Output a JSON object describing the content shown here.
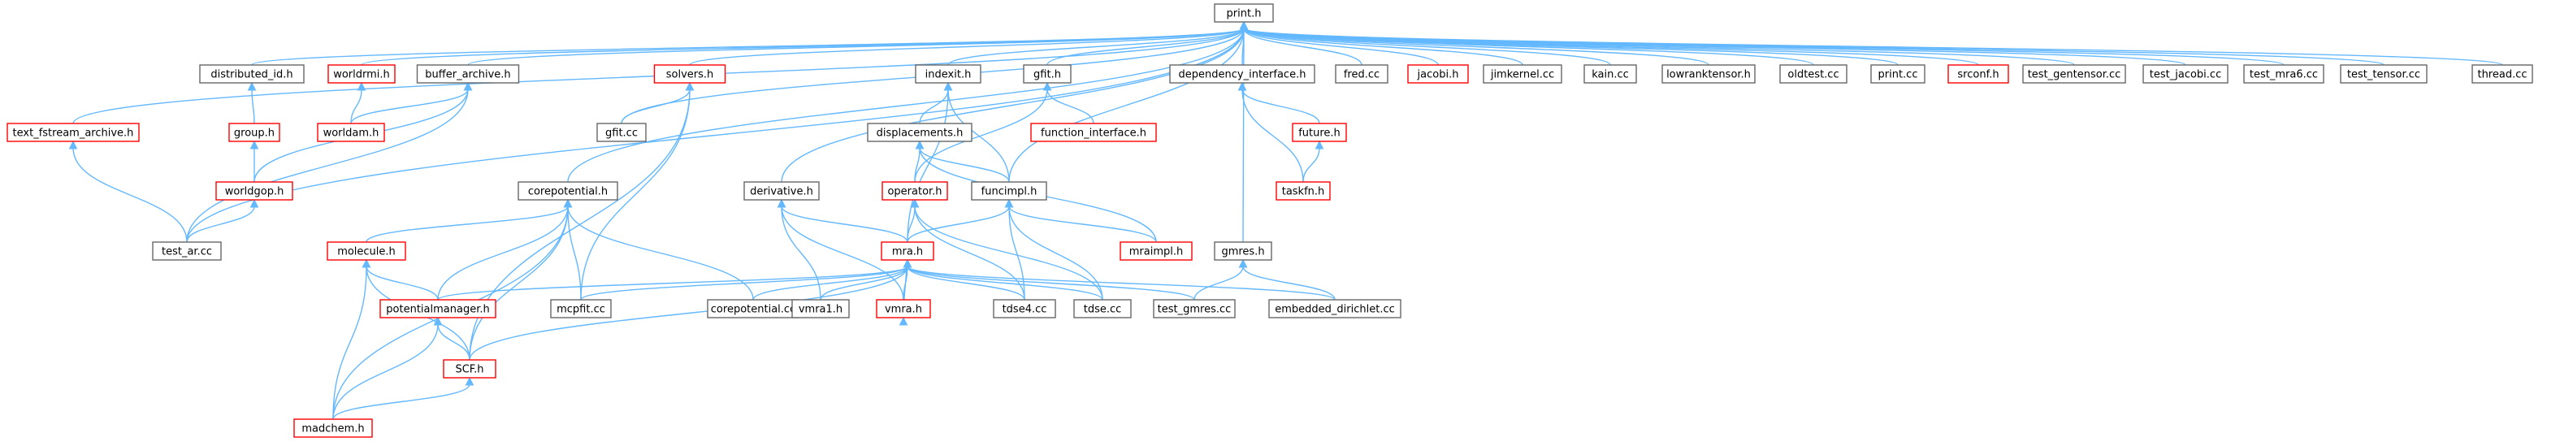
{
  "colors": {
    "edge": "#63b8ff",
    "border_normal": "#666666",
    "border_truncated": "#ff0000",
    "root_fill": "#999999",
    "node_fill": "#ffffff"
  },
  "nodes": [
    {
      "id": "print_h",
      "label": "print.h",
      "kind": "root"
    },
    {
      "id": "text_fstream_archive_h",
      "label": "text_fstream_archive.h",
      "kind": "truncated"
    },
    {
      "id": "distributed_id_h",
      "label": "distributed_id.h",
      "kind": "normal"
    },
    {
      "id": "worldrmi_h",
      "label": "worldrmi.h",
      "kind": "truncated"
    },
    {
      "id": "buffer_archive_h",
      "label": "buffer_archive.h",
      "kind": "normal"
    },
    {
      "id": "solvers_h",
      "label": "solvers.h",
      "kind": "truncated"
    },
    {
      "id": "indexit_h",
      "label": "indexit.h",
      "kind": "normal"
    },
    {
      "id": "gfit_h",
      "label": "gfit.h",
      "kind": "normal"
    },
    {
      "id": "dependency_interface_h",
      "label": "dependency_interface.h",
      "kind": "normal"
    },
    {
      "id": "fred_cc",
      "label": "fred.cc",
      "kind": "normal"
    },
    {
      "id": "jacobi_h",
      "label": "jacobi.h",
      "kind": "truncated"
    },
    {
      "id": "jimkernel_cc",
      "label": "jimkernel.cc",
      "kind": "normal"
    },
    {
      "id": "kain_cc",
      "label": "kain.cc",
      "kind": "normal"
    },
    {
      "id": "lowranktensor_h",
      "label": "lowranktensor.h",
      "kind": "normal"
    },
    {
      "id": "oldtest_cc",
      "label": "oldtest.cc",
      "kind": "normal"
    },
    {
      "id": "print_cc",
      "label": "print.cc",
      "kind": "normal"
    },
    {
      "id": "srconf_h",
      "label": "srconf.h",
      "kind": "truncated"
    },
    {
      "id": "test_gentensor_cc",
      "label": "test_gentensor.cc",
      "kind": "normal"
    },
    {
      "id": "test_jacobi_cc",
      "label": "test_jacobi.cc",
      "kind": "normal"
    },
    {
      "id": "test_mra6_cc",
      "label": "test_mra6.cc",
      "kind": "normal"
    },
    {
      "id": "test_tensor_cc",
      "label": "test_tensor.cc",
      "kind": "normal"
    },
    {
      "id": "thread_cc",
      "label": "thread.cc",
      "kind": "normal"
    },
    {
      "id": "group_h",
      "label": "group.h",
      "kind": "truncated"
    },
    {
      "id": "worldam_h",
      "label": "worldam.h",
      "kind": "truncated"
    },
    {
      "id": "gfit_cc",
      "label": "gfit.cc",
      "kind": "normal"
    },
    {
      "id": "displacements_h",
      "label": "displacements.h",
      "kind": "normal"
    },
    {
      "id": "function_interface_h",
      "label": "function_interface.h",
      "kind": "truncated"
    },
    {
      "id": "future_h",
      "label": "future.h",
      "kind": "truncated"
    },
    {
      "id": "taskfn_h",
      "label": "taskfn.h",
      "kind": "truncated"
    },
    {
      "id": "worldgop_h",
      "label": "worldgop.h",
      "kind": "truncated"
    },
    {
      "id": "corepotential_h",
      "label": "corepotential.h",
      "kind": "normal"
    },
    {
      "id": "derivative_h",
      "label": "derivative.h",
      "kind": "normal"
    },
    {
      "id": "operator_h",
      "label": "operator.h",
      "kind": "truncated"
    },
    {
      "id": "funcimpl_h",
      "label": "funcimpl.h",
      "kind": "normal"
    },
    {
      "id": "mraimpl_h",
      "label": "mraimpl.h",
      "kind": "truncated"
    },
    {
      "id": "gmres_h",
      "label": "gmres.h",
      "kind": "normal"
    },
    {
      "id": "test_ar_cc",
      "label": "test_ar.cc",
      "kind": "normal"
    },
    {
      "id": "molecule_h",
      "label": "molecule.h",
      "kind": "truncated"
    },
    {
      "id": "mra_h",
      "label": "mra.h",
      "kind": "truncated"
    },
    {
      "id": "potentialmanager_h",
      "label": "potentialmanager.h",
      "kind": "truncated"
    },
    {
      "id": "mcpfit_cc",
      "label": "mcpfit.cc",
      "kind": "normal"
    },
    {
      "id": "corepotential_cc",
      "label": "corepotential.cc",
      "kind": "normal"
    },
    {
      "id": "vmra1_h",
      "label": "vmra1.h",
      "kind": "normal"
    },
    {
      "id": "vmra_h",
      "label": "vmra.h",
      "kind": "truncated"
    },
    {
      "id": "tdse4_cc",
      "label": "tdse4.cc",
      "kind": "normal"
    },
    {
      "id": "tdse_cc",
      "label": "tdse.cc",
      "kind": "normal"
    },
    {
      "id": "test_gmres_cc",
      "label": "test_gmres.cc",
      "kind": "normal"
    },
    {
      "id": "embedded_dirichlet_cc",
      "label": "embedded_dirichlet.cc",
      "kind": "normal"
    },
    {
      "id": "scf_h",
      "label": "SCF.h",
      "kind": "truncated"
    },
    {
      "id": "madchem_h",
      "label": "madchem.h",
      "kind": "truncated"
    }
  ],
  "edges": [
    [
      "text_fstream_archive_h",
      "print_h"
    ],
    [
      "distributed_id_h",
      "print_h"
    ],
    [
      "worldrmi_h",
      "print_h"
    ],
    [
      "buffer_archive_h",
      "print_h"
    ],
    [
      "solvers_h",
      "print_h"
    ],
    [
      "indexit_h",
      "print_h"
    ],
    [
      "gfit_h",
      "print_h"
    ],
    [
      "dependency_interface_h",
      "print_h"
    ],
    [
      "fred_cc",
      "print_h"
    ],
    [
      "jacobi_h",
      "print_h"
    ],
    [
      "jimkernel_cc",
      "print_h"
    ],
    [
      "kain_cc",
      "print_h"
    ],
    [
      "lowranktensor_h",
      "print_h"
    ],
    [
      "oldtest_cc",
      "print_h"
    ],
    [
      "print_cc",
      "print_h"
    ],
    [
      "srconf_h",
      "print_h"
    ],
    [
      "test_gentensor_cc",
      "print_h"
    ],
    [
      "test_jacobi_cc",
      "print_h"
    ],
    [
      "test_mra6_cc",
      "print_h"
    ],
    [
      "test_tensor_cc",
      "print_h"
    ],
    [
      "thread_cc",
      "print_h"
    ],
    [
      "gfit_cc",
      "print_h"
    ],
    [
      "corepotential_h",
      "print_h"
    ],
    [
      "derivative_h",
      "print_h"
    ],
    [
      "funcimpl_h",
      "print_h"
    ],
    [
      "gmres_h",
      "print_h"
    ],
    [
      "test_ar_cc",
      "print_h"
    ],
    [
      "test_ar_cc",
      "text_fstream_archive_h"
    ],
    [
      "group_h",
      "distributed_id_h"
    ],
    [
      "worldam_h",
      "worldrmi_h"
    ],
    [
      "worldam_h",
      "buffer_archive_h"
    ],
    [
      "worldgop_h",
      "buffer_archive_h"
    ],
    [
      "test_ar_cc",
      "buffer_archive_h"
    ],
    [
      "worldgop_h",
      "group_h"
    ],
    [
      "test_ar_cc",
      "worldgop_h"
    ],
    [
      "gfit_cc",
      "solvers_h"
    ],
    [
      "mcpfit_cc",
      "solvers_h"
    ],
    [
      "scf_h",
      "solvers_h"
    ],
    [
      "displacements_h",
      "indexit_h"
    ],
    [
      "funcimpl_h",
      "indexit_h"
    ],
    [
      "mra_h",
      "indexit_h"
    ],
    [
      "function_interface_h",
      "gfit_h"
    ],
    [
      "operator_h",
      "gfit_h"
    ],
    [
      "future_h",
      "dependency_interface_h"
    ],
    [
      "taskfn_h",
      "dependency_interface_h"
    ],
    [
      "taskfn_h",
      "future_h"
    ],
    [
      "operator_h",
      "displacements_h"
    ],
    [
      "funcimpl_h",
      "displacements_h"
    ],
    [
      "mraimpl_h",
      "displacements_h"
    ],
    [
      "molecule_h",
      "corepotential_h"
    ],
    [
      "potentialmanager_h",
      "corepotential_h"
    ],
    [
      "mcpfit_cc",
      "corepotential_h"
    ],
    [
      "corepotential_cc",
      "corepotential_h"
    ],
    [
      "scf_h",
      "corepotential_h"
    ],
    [
      "madchem_h",
      "corepotential_h"
    ],
    [
      "mra_h",
      "derivative_h"
    ],
    [
      "vmra1_h",
      "derivative_h"
    ],
    [
      "vmra_h",
      "derivative_h"
    ],
    [
      "mra_h",
      "operator_h"
    ],
    [
      "tdse4_cc",
      "operator_h"
    ],
    [
      "tdse_cc",
      "operator_h"
    ],
    [
      "mra_h",
      "funcimpl_h"
    ],
    [
      "mraimpl_h",
      "funcimpl_h"
    ],
    [
      "tdse4_cc",
      "funcimpl_h"
    ],
    [
      "tdse_cc",
      "funcimpl_h"
    ],
    [
      "test_gmres_cc",
      "gmres_h"
    ],
    [
      "embedded_dirichlet_cc",
      "gmres_h"
    ],
    [
      "potentialmanager_h",
      "molecule_h"
    ],
    [
      "scf_h",
      "molecule_h"
    ],
    [
      "madchem_h",
      "molecule_h"
    ],
    [
      "potentialmanager_h",
      "mra_h"
    ],
    [
      "mcpfit_cc",
      "mra_h"
    ],
    [
      "corepotential_cc",
      "mra_h"
    ],
    [
      "vmra1_h",
      "mra_h"
    ],
    [
      "vmra_h",
      "mra_h"
    ],
    [
      "tdse4_cc",
      "mra_h"
    ],
    [
      "tdse_cc",
      "mra_h"
    ],
    [
      "test_gmres_cc",
      "mra_h"
    ],
    [
      "embedded_dirichlet_cc",
      "mra_h"
    ],
    [
      "scf_h",
      "mra_h"
    ],
    [
      "mra_h",
      "vmra_h"
    ],
    [
      "scf_h",
      "potentialmanager_h"
    ],
    [
      "madchem_h",
      "potentialmanager_h"
    ],
    [
      "madchem_h",
      "scf_h"
    ]
  ]
}
